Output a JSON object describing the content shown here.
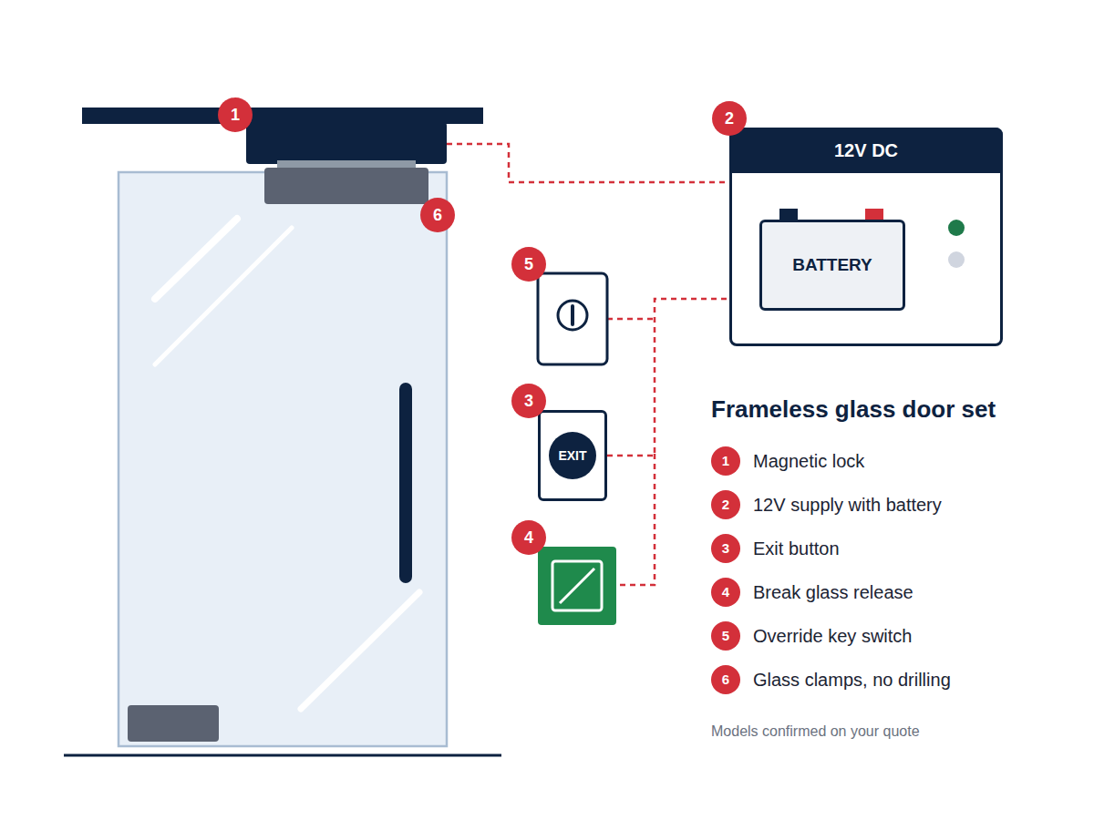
{
  "diagram": {
    "title": "Frameless glass door set",
    "caption": "Models confirmed on your quote",
    "nodes": [
      {
        "text": [
          "12V DC"
        ]
      },
      {
        "text": [
          "BATTERY"
        ],
        "in": 0
      },
      {
        "text": [
          "EXIT"
        ]
      }
    ],
    "edges": [
      {
        "from": 2,
        "to": 0,
        "arrow": "none"
      }
    ],
    "labels": [
      "1",
      "2",
      "6",
      "5",
      "3",
      "4",
      "1",
      "2",
      "3",
      "4",
      "5",
      "6"
    ],
    "legend": [
      {
        "text": "Magnetic lock"
      },
      {
        "text": "12V supply with battery"
      },
      {
        "text": "Exit button"
      },
      {
        "text": "Break glass release"
      },
      {
        "text": "Override key switch"
      },
      {
        "text": "Glass clamps, no drilling"
      }
    ]
  }
}
